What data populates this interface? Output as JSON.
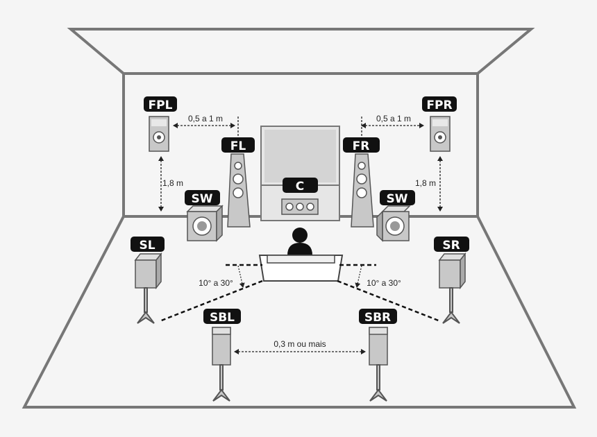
{
  "colors": {
    "background": "#f5f5f5",
    "wall_line": "#777777",
    "speaker_fill": "#c8c8c8",
    "label_bg": "#111111",
    "label_text": "#ffffff",
    "screen_fill": "#dcdcdc"
  },
  "speakers": {
    "fpl": "FPL",
    "fpr": "FPR",
    "fl": "FL",
    "fr": "FR",
    "c": "C",
    "swl": "SW",
    "swr": "SW",
    "sl": "SL",
    "sr": "SR",
    "sbl": "SBL",
    "sbr": "SBR"
  },
  "dimensions": {
    "front_presence_left_spacing": "0,5 a 1 m",
    "front_presence_right_spacing": "0,5 a 1 m",
    "height_left": "1,8 m",
    "height_right": "1,8 m",
    "surround_angle_left": "10° a 30°",
    "surround_angle_right": "10° a 30°",
    "surround_back_spacing": "0,3 m ou mais"
  },
  "icons": [
    "listener-icon",
    "sofa-icon",
    "tv-screen-icon",
    "speaker-stand-icon",
    "subwoofer-icon"
  ]
}
